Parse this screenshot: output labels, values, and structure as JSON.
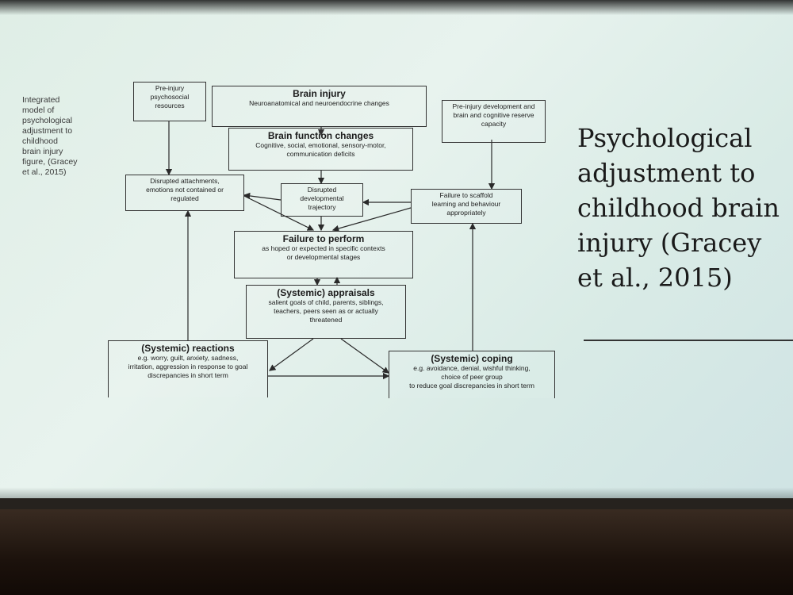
{
  "side_caption": "Integrated\nmodel of\npsychological\nadjustment to\nchildhood\nbrain injury\nfigure, (Gracey\net al., 2015)",
  "title": "Psychological\nadjustment to\nchildhood brain\ninjury (Gracey\net al., 2015)",
  "diagram": {
    "pre_injury_resources": "Pre-injury\npsychosocial\nresources",
    "brain_injury": {
      "title": "Brain injury",
      "body": "Neuroanatomical and neuroendocrine changes"
    },
    "pre_injury_development": "Pre-injury development and\nbrain and cognitive reserve\ncapacity",
    "brain_function": {
      "title": "Brain function changes",
      "body": "Cognitive, social, emotional, sensory-motor,\ncommunication deficits"
    },
    "disrupted_attachments": "Disrupted attachments,\nemotions not contained or\nregulated",
    "disrupted_trajectory": "Disrupted\ndevelopmental\ntrajectory",
    "failure_scaffold": "Failure to scaffold\nlearning and behaviour\nappropriately",
    "failure_perform": {
      "title": "Failure to perform",
      "body": "as hoped or expected in specific contexts\nor developmental stages"
    },
    "appraisals": {
      "title": "(Systemic) appraisals",
      "body": "salient goals of child, parents, siblings,\nteachers, peers seen as or actually\nthreatened"
    },
    "reactions": {
      "title": "(Systemic) reactions",
      "body": "e.g. worry, guilt, anxiety, sadness,\nirritation, aggression in response to goal\ndiscrepancies in short term"
    },
    "coping": {
      "title": "(Systemic) coping",
      "body": "e.g. avoidance, denial, wishful thinking,\nchoice of peer group\nto reduce goal discrepancies in short term"
    }
  }
}
